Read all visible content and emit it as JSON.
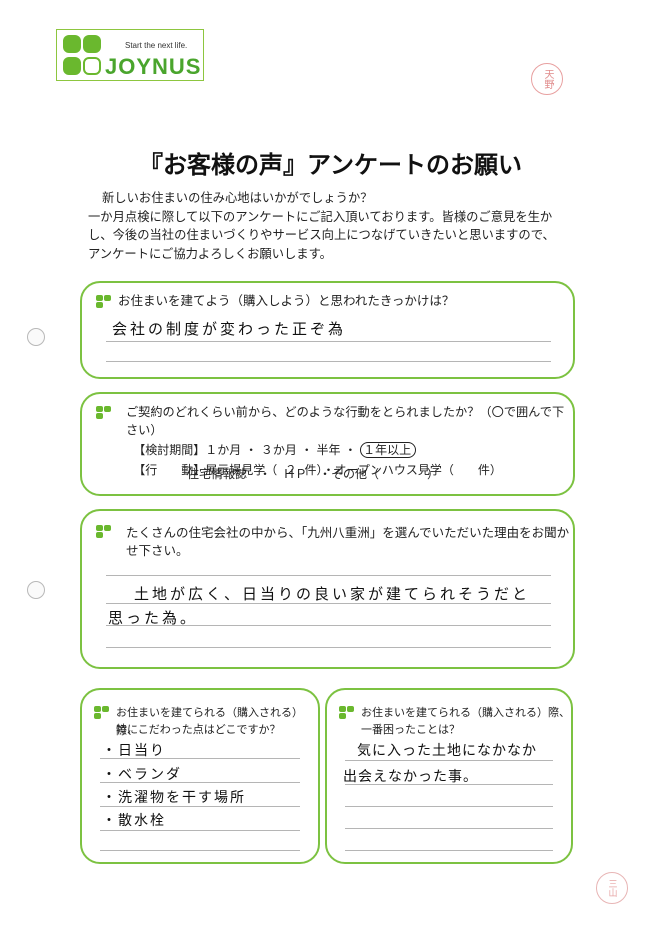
{
  "logo": {
    "tagline": "Start the next life.",
    "wordmark": "JOYNUS",
    "brand_color": "#6ab82e"
  },
  "title": "『お客様の声』アンケートのお願い",
  "intro": [
    "新しいお住まいの住み心地はいかがでしょうか？",
    "一か月点検に際して以下のアンケートにご記入頂いております。皆様のご意見を生か",
    "し、今後の当社の住まいづくりやサービス向上につなげていきたいと思いますので、",
    "アンケートにご協力よろしくお願いします。"
  ],
  "q1": {
    "question": "お住まいを建てよう（購入しよう）と思われたきっかけは？",
    "answer": "会社の制度が変わった正ぞ為"
  },
  "q2": {
    "question": "ご契約のどれくらい前から、どのような行動をとられましたか？（〇で囲んで下さい）",
    "period_label": "【検討期間】",
    "period_options": "１か月 ・ ３か月 ・ 半年 ・ ",
    "period_selected": "１年以上",
    "action_label": "【行　　動】",
    "action_line1": "展示場見学（  ２  件）・オープンハウス見学（　　件）",
    "action_line2": "住宅情報誌　・　ＨＰ　・その他（　　　　）"
  },
  "q3": {
    "question_line1": "たくさんの住宅会社の中から、「九州八重洲」を選んでいただいた理由をお聞か",
    "question_line2": "せ下さい。",
    "answer_line1": "土地が広く、日当りの良い家が建てられそうだと",
    "answer_line2": "思った為。"
  },
  "q4": {
    "question_line1": "お住まいを建てられる（購入される）際、",
    "question_line2": "特にこだわった点はどこですか？",
    "answers": [
      "・日当り",
      "・ベランダ",
      "・洗濯物を干す場所",
      "・散水栓"
    ]
  },
  "q5": {
    "question_line1": "お住まいを建てられる（購入される）際、",
    "question_line2": "一番困ったことは？",
    "answer_line1": "気に入った土地になかなか",
    "answer_line2": "出会えなかった事。"
  },
  "stamps": {
    "top": "天野",
    "bottom": "三山"
  },
  "colors": {
    "frame": "#7cc241",
    "accent": "#6ab82e",
    "stamp": "#e8a0a0"
  }
}
